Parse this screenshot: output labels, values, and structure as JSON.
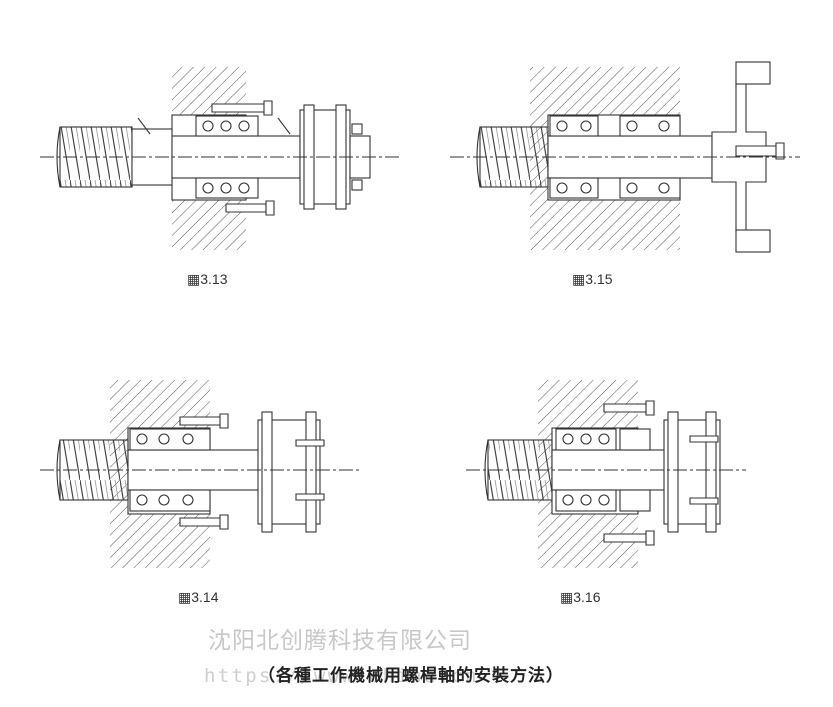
{
  "figures": [
    {
      "id": "fig-3-13",
      "label": "3.13"
    },
    {
      "id": "fig-3-15",
      "label": "3.15"
    },
    {
      "id": "fig-3-14",
      "label": "3.14"
    },
    {
      "id": "fig-3-16",
      "label": "3.16"
    }
  ],
  "watermark": {
    "company": "沈阳北创腾科技有限公司",
    "url": "https://www.china.cn"
  },
  "subtitle": "（各種工作機械用螺桿軸的安裝方法）",
  "colors": {
    "line": "#333333",
    "hatch": "#555555",
    "watermark": "#c8c8c8"
  }
}
